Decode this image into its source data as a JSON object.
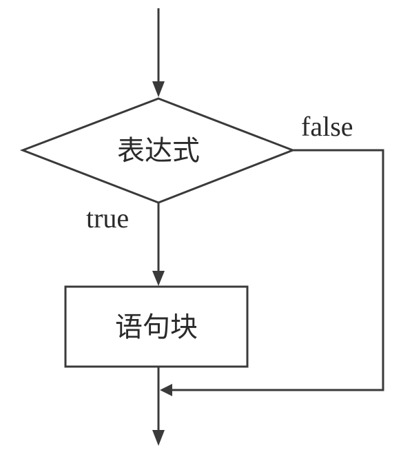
{
  "diagram": {
    "condition_label": "表达式",
    "block_label": "语句块",
    "true_label": "true",
    "false_label": "false",
    "line_color": "#3a3a3a"
  }
}
